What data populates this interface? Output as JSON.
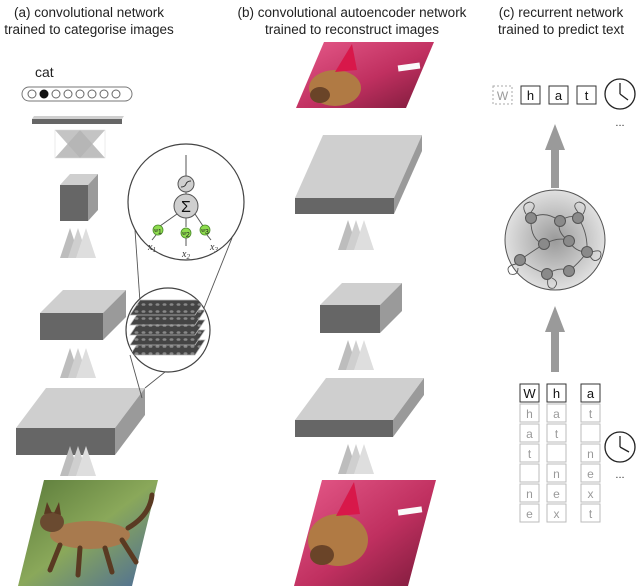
{
  "panels": {
    "a": {
      "caption_line1": "(a) convolutional network",
      "caption_line2": "trained to categorise images",
      "output_label": "cat"
    },
    "b": {
      "caption_line1": "(b) convolutional autoencoder network",
      "caption_line2": "trained to reconstruct images"
    },
    "c": {
      "caption_line1": "(c) recurrent network",
      "caption_line2": "trained to predict text"
    }
  },
  "neuron": {
    "sum_symbol": "Σ",
    "weights": [
      "w1",
      "w2",
      "w3"
    ],
    "inputs": [
      "x1",
      "x2",
      "x3"
    ]
  },
  "rnn": {
    "output_tokens": [
      {
        "text": "W",
        "faded": true
      },
      {
        "text": "h",
        "faded": false
      },
      {
        "text": "a",
        "faded": false
      },
      {
        "text": "t",
        "faded": false
      }
    ],
    "input_columns": [
      [
        "W",
        "h",
        "a",
        "t",
        "",
        "n",
        "e"
      ],
      [
        "h",
        "a",
        "t",
        "",
        "n",
        "e",
        "x"
      ],
      [
        "a",
        "t",
        "",
        "n",
        "e",
        "x",
        "t"
      ]
    ],
    "ellipsis": "..."
  },
  "colors": {
    "layer_top": "#cfcfcf",
    "layer_front": "#666666",
    "layer_side": "#9a9a9a",
    "weight_node": "#8fdc4f",
    "arrow": "#9a9a9a"
  }
}
